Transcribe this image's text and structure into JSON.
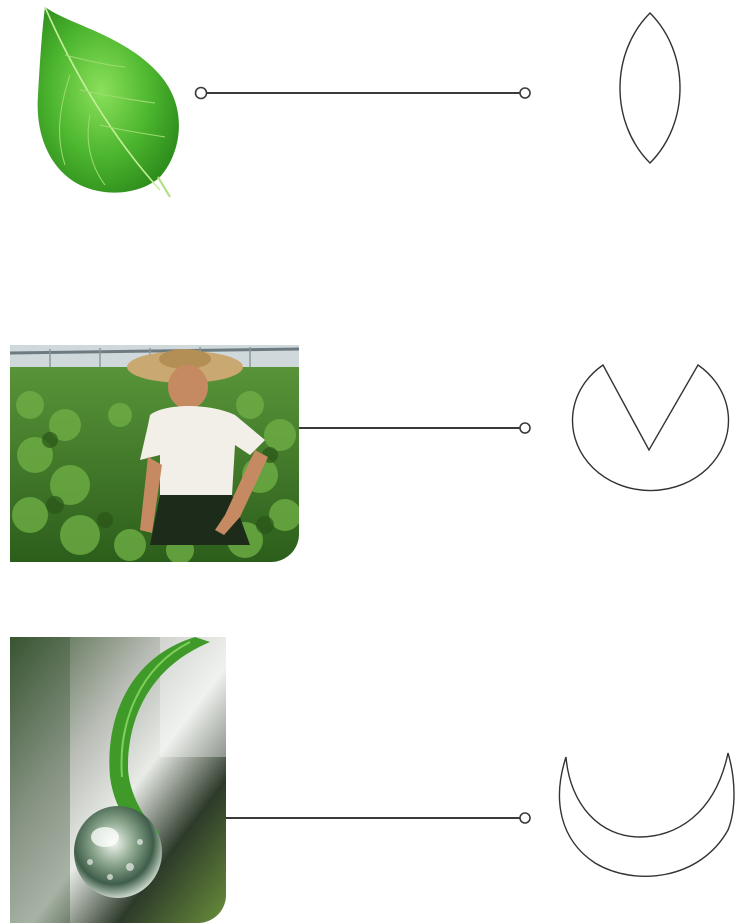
{
  "rows": [
    {
      "picture": "leaf",
      "outline": "leaf-outline-shape"
    },
    {
      "picture": "farmer-in-field",
      "outline": "v-notch-circle-shape"
    },
    {
      "picture": "water-droplet-on-leaf",
      "outline": "crescent-shape"
    }
  ],
  "colors": {
    "line": "#3a3a3a",
    "outline": "#333333",
    "leaf_green": "#5cc43a",
    "field_green": "#3f7a2a",
    "sky": "#cfd9dc"
  }
}
